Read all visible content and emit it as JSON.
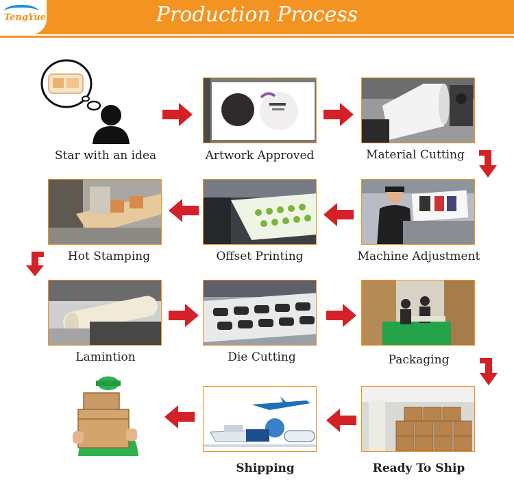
{
  "header": {
    "title": "Production Process",
    "logo_text": "TengYue",
    "color": "#f39422"
  },
  "colors": {
    "arrow": "#d42027",
    "frame": "#f39422"
  },
  "steps": [
    {
      "label": "Star with an idea",
      "image": "person-thinking-icon"
    },
    {
      "label": "Artwork Approved",
      "image": "artwork-screen"
    },
    {
      "label": "Material Cutting",
      "image": "material-roll"
    },
    {
      "label": "Machine Adjustment",
      "image": "worker-machine"
    },
    {
      "label": "Offset Printing",
      "image": "printing-press"
    },
    {
      "label": "Hot Stamping",
      "image": "stamping-machine"
    },
    {
      "label": "Lamintion",
      "image": "lamination-roller"
    },
    {
      "label": "Die Cutting",
      "image": "die-cut-labels"
    },
    {
      "label": "Packaging",
      "image": "packaging-workers"
    },
    {
      "label": "Ready To Ship",
      "image": "warehouse-boxes"
    },
    {
      "label": "Shipping",
      "image": "transport-vehicles"
    },
    {
      "label": "",
      "image": "delivery-person"
    }
  ]
}
